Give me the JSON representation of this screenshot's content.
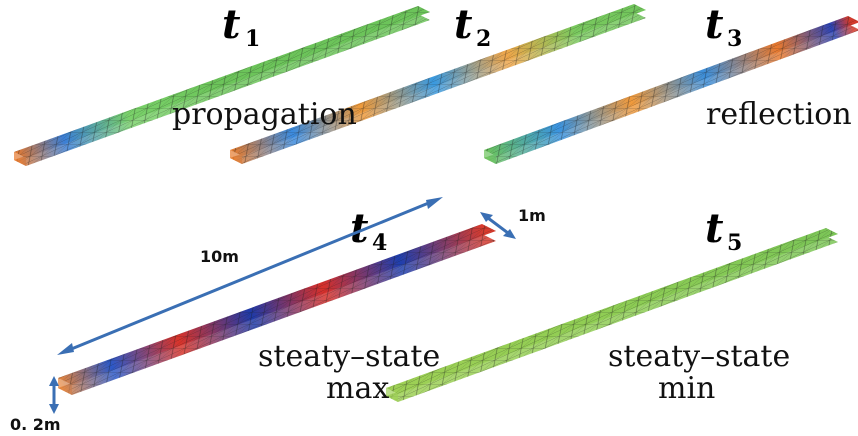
{
  "time_labels": [
    {
      "main": "t",
      "sub": "1"
    },
    {
      "main": "t",
      "sub": "2"
    },
    {
      "main": "t",
      "sub": "3"
    },
    {
      "main": "t",
      "sub": "4"
    },
    {
      "main": "t",
      "sub": "5"
    }
  ],
  "captions": {
    "propagation": "propagation",
    "reflection": "reflection",
    "steady_max_line1": "steaty–state",
    "steady_max_line2": "max",
    "steady_min_line1": "steaty–state",
    "steady_min_line2": "min"
  },
  "dimensions": {
    "length": "10m",
    "width": "1m",
    "thickness": "0. 2m"
  },
  "colors": {
    "arrow": "#3a6fb4",
    "mesh_line": "#1a1a1a"
  }
}
